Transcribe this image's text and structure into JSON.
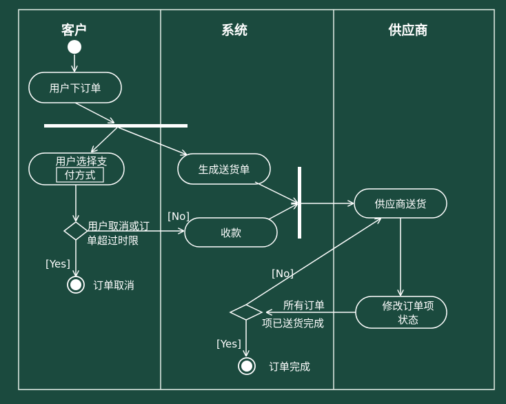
{
  "diagram": {
    "lanes": [
      "客户",
      "系统",
      "供应商"
    ],
    "activities": {
      "place_order": "用户下订单",
      "choose_payment_line1": "用户选择支",
      "choose_payment_line2": "付方式",
      "generate_delivery": "生成送货单",
      "collect_payment": "收款",
      "supplier_delivery": "供应商送货",
      "update_status_line1": "修改订单项",
      "update_status_line2": "状态"
    },
    "guards": {
      "cancel_cond_line1": "用户取消或订",
      "cancel_cond_line2": "单超过时限",
      "no_1": "[No]",
      "yes_1": "[Yes]",
      "no_2": "[No]",
      "all_done_line1": "所有订单",
      "all_done_line2": "项已送货完成",
      "yes_2": "[Yes]"
    },
    "finals": {
      "order_cancelled": "订单取消",
      "order_completed": "订单完成"
    },
    "colors": {
      "background": "#1b4a3e",
      "ink": "#ffffff"
    }
  }
}
